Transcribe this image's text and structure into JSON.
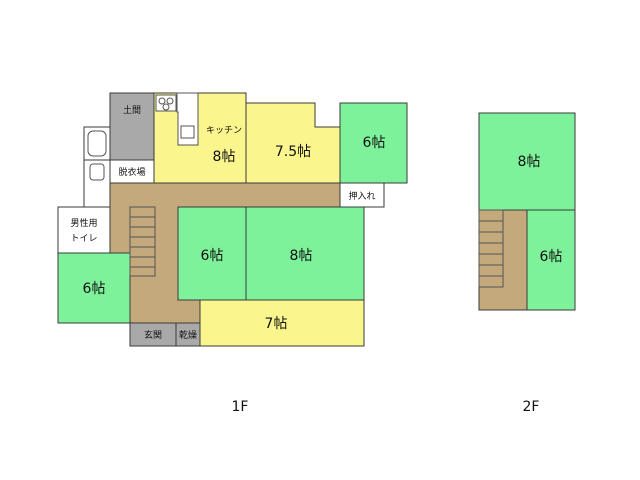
{
  "colors": {
    "washitsu": "#7ef29a",
    "yoshitsu": "#fbf58d",
    "hallway": "#c4a97c",
    "service": "#a9a9a9",
    "storage": "#ffffff",
    "outline": "#3a3a3a"
  },
  "floor1": {
    "label": "1F",
    "rooms": {
      "doma": "土間",
      "kitchen_title": "キッチン",
      "kitchen_size": "8帖",
      "room_7_5": "7.5帖",
      "room_6_ne": "6帖",
      "oshiire": "押入れ",
      "datsuijo": "脱衣場",
      "toilet_line1": "男性用",
      "toilet_line2": "トイレ",
      "room_6_w": "6帖",
      "room_6_c": "6帖",
      "room_8_c": "8帖",
      "room_7_s": "7帖",
      "genkan": "玄関",
      "kanso": "乾燥"
    }
  },
  "floor2": {
    "label": "2F",
    "rooms": {
      "room_8": "8帖",
      "room_6": "6帖"
    }
  }
}
